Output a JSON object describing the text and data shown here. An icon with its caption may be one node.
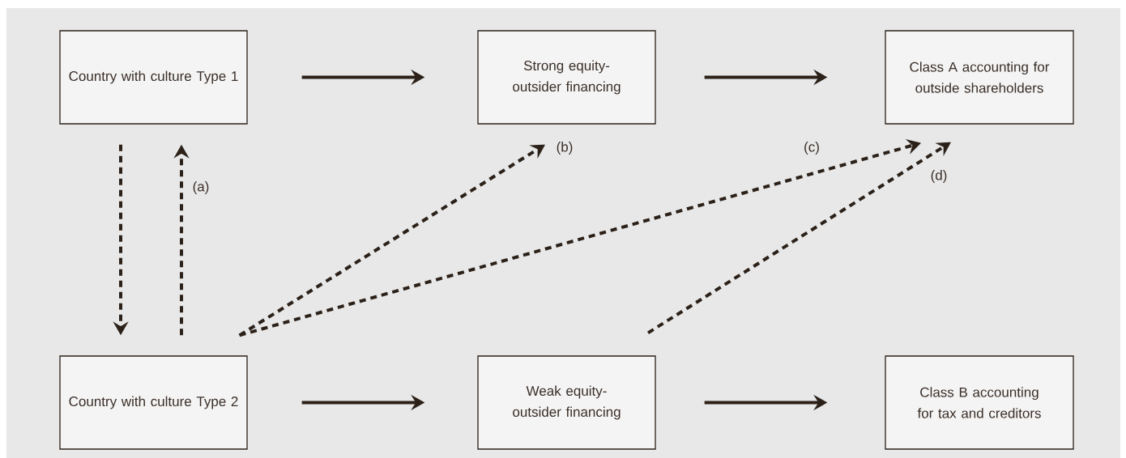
{
  "diagram": {
    "nodes": [
      {
        "text": [
          "Country with culture Type 1"
        ]
      },
      {
        "text": [
          "Strong equity-outsider financing"
        ]
      },
      {
        "text": [
          "Class A accounting for outside shareholders"
        ]
      },
      {
        "text": [
          "Country with culture Type 2"
        ]
      },
      {
        "text": [
          "Weak equity-outsider financing"
        ]
      },
      {
        "text": [
          "Class B accounting for tax and creditors"
        ]
      }
    ],
    "edges": [
      {
        "from": 0,
        "to": 1,
        "arrow": "to"
      },
      {
        "from": 1,
        "to": 2,
        "arrow": "to"
      },
      {
        "from": 0,
        "to": 3,
        "arrow": "to",
        "style": "dashed"
      },
      {
        "from": 3,
        "to": 0,
        "arrow": "to",
        "style": "dashed",
        "label": "(a)"
      },
      {
        "from": 3,
        "to": 1,
        "arrow": "to",
        "style": "dashed",
        "label": "(b)"
      },
      {
        "from": 3,
        "to": 2,
        "arrow": "to",
        "style": "dashed",
        "label": "(c)"
      },
      {
        "from": 4,
        "to": 2,
        "arrow": "to",
        "style": "dashed",
        "label": "(d)"
      },
      {
        "from": 3,
        "to": 4,
        "arrow": "to"
      },
      {
        "from": 4,
        "to": 5,
        "arrow": "to"
      }
    ]
  }
}
